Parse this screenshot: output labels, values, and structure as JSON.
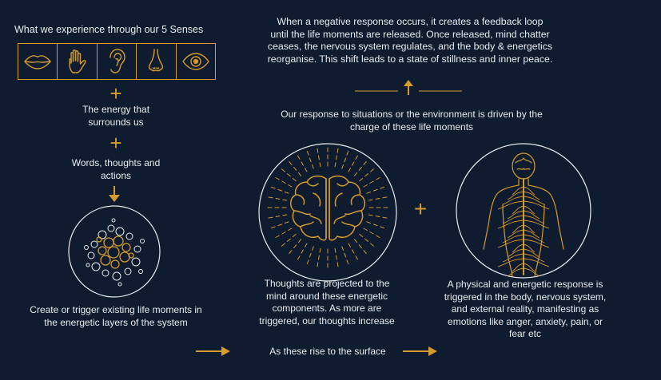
{
  "senses": {
    "title": "What we experience through our 5 Senses",
    "icons": [
      "lips-icon",
      "hand-icon",
      "ear-icon",
      "nose-icon",
      "eye-icon"
    ]
  },
  "left_column": {
    "plus": "+",
    "energy": "The energy that surrounds us",
    "words": "Words, thoughts and actions",
    "create": "Create or trigger existing life moments in the energetic layers of the system"
  },
  "top": {
    "feedback": "When a negative response occurs, it creates a feedback loop until the life moments are released. Once released, mind chatter ceases, the nervous system regulates, and the body & energetics reorganise. This shift leads to a state of stillness and inner peace.",
    "response": "Our response to situations or the environment is driven by the charge of these life moments"
  },
  "middle": {
    "thoughts": "Thoughts are projected to the mind around these energetic components. As more are triggered, our thoughts increase"
  },
  "right": {
    "physical": "A physical and energetic response is triggered in the body, nervous system, and external reality, manifesting as emotions like anger, anxiety, pain, or fear etc"
  },
  "bottom": {
    "rise": "As these rise to the surface"
  },
  "colors": {
    "background": "#0f1b2e",
    "accent": "#d59b2d",
    "text": "#e9ecef"
  }
}
